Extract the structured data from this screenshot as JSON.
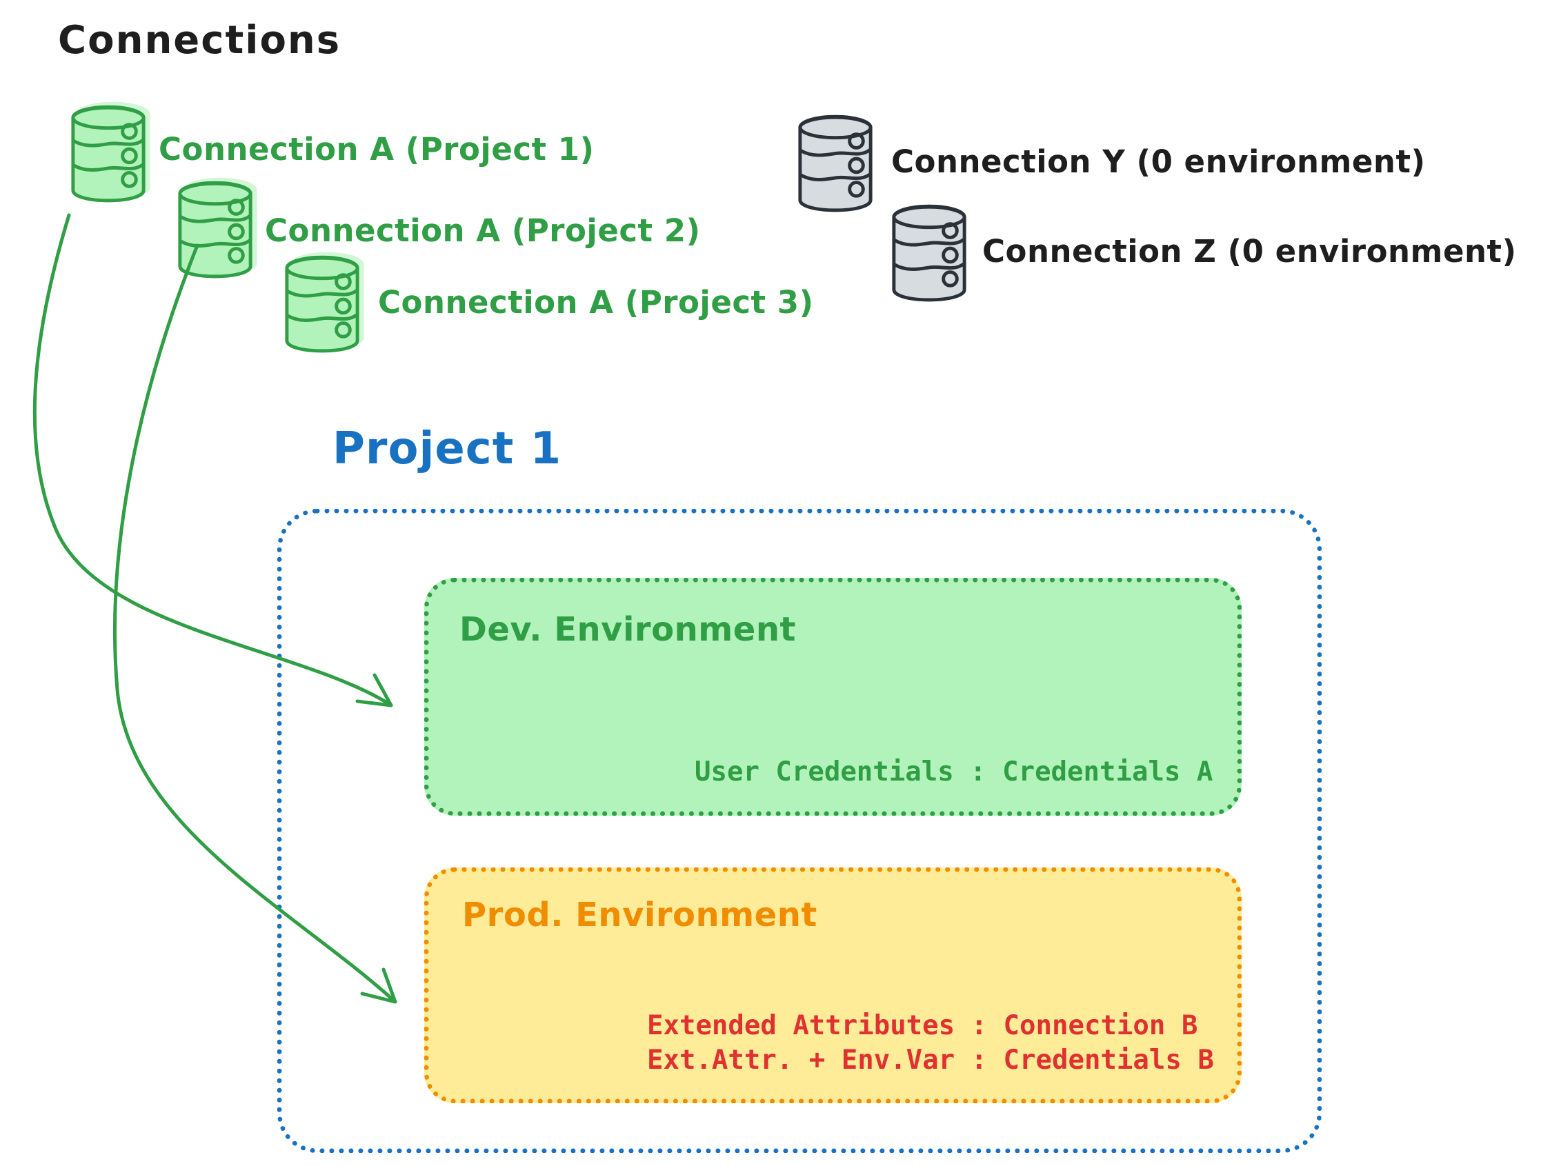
{
  "canvas_title": "Connections",
  "green_connections": [
    {
      "label": "Connection A (Project 1)"
    },
    {
      "label": "Connection A (Project 2)"
    },
    {
      "label": "Connection A (Project 3)"
    }
  ],
  "gray_connections": [
    {
      "label": "Connection Y (0 environment)"
    },
    {
      "label": "Connection Z (0 environment)"
    }
  ],
  "project": {
    "title": "Project 1",
    "dev_environment": {
      "title": "Dev. Environment",
      "mapping": "User Credentials : Credentials A"
    },
    "prod_environment": {
      "title": "Prod. Environment",
      "mapping_line1": "Extended Attributes : Connection B",
      "mapping_line2": "Ext.Attr. + Env.Var : Credentials B"
    }
  },
  "colors": {
    "ink": "#1e1e1e",
    "green_stroke": "#2f9e44",
    "green_fill": "#b2f2bb",
    "gray_stroke": "#2b3138",
    "gray_fill": "#d7dce1",
    "blue": "#1971c2",
    "orange_stroke": "#f08c00",
    "orange_fill": "#ffec99",
    "red": "#e03131"
  }
}
